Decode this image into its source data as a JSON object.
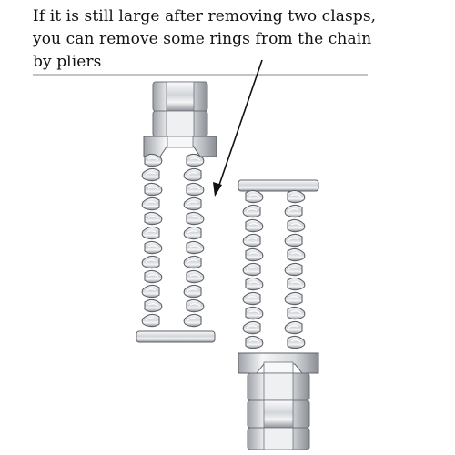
{
  "caption": {
    "line1": "If it is still large after removing two clasps,",
    "line2": "you  can remove some rings from the chain",
    "line3": "by pliers"
  },
  "colors": {
    "metal_light": "#f2f3f5",
    "metal_mid": "#c4c7cc",
    "metal_dark": "#6e7278",
    "arrow": "#111111",
    "rule": "#888888"
  }
}
